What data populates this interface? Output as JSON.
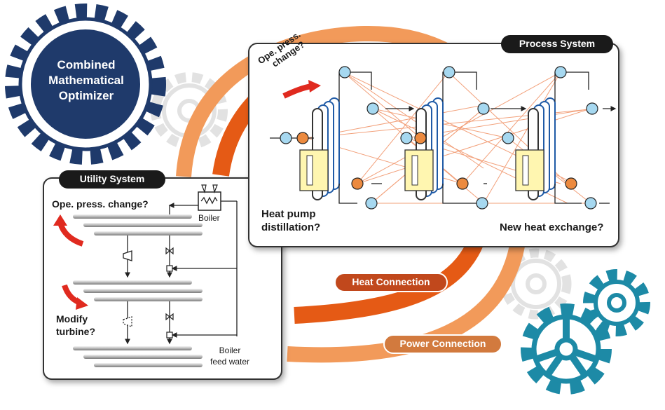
{
  "optimizer": {
    "line1": "Combined",
    "line2": "Mathematical",
    "line3": "Optimizer"
  },
  "process_system": {
    "title": "Process System",
    "press_change_line1": "Ope. press.",
    "press_change_line2": "change?",
    "heat_pump_line1": "Heat pump",
    "heat_pump_line2": "distillation?",
    "new_hx": "New heat exchange?"
  },
  "utility_system": {
    "title": "Utility System",
    "press_change": "Ope. press. change?",
    "boiler": "Boiler",
    "modify_line1": "Modify",
    "modify_line2": "turbine?",
    "feed_line1": "Boiler",
    "feed_line2": "feed water"
  },
  "connections": {
    "heat": "Heat Connection",
    "power": "Power Connection"
  },
  "colors": {
    "navy": "#1f3a6b",
    "teal": "#1d8aa6",
    "orange": "#ef7d2a",
    "dark_orange": "#e55a15",
    "pill_brown": "#c1481c",
    "pill_tan": "#d27a3e",
    "hx_blue": "#a6d8f0",
    "hx_orange": "#ec8a3f",
    "red_arrow": "#e02a1f"
  }
}
